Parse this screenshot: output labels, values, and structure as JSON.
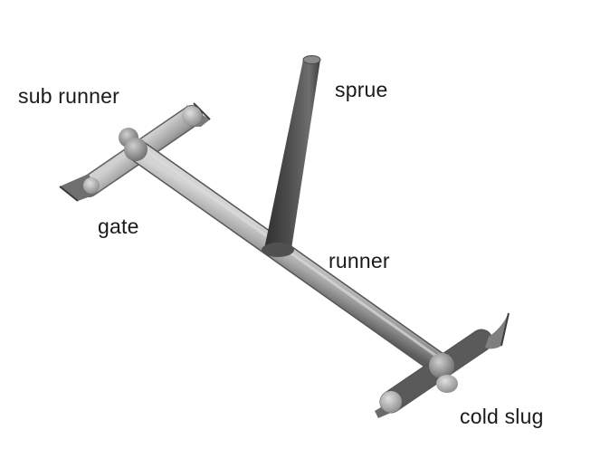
{
  "labels": {
    "sub_runner": "sub runner",
    "sprue": "sprue",
    "gate": "gate",
    "runner": "runner",
    "cold_slug": "cold slug"
  },
  "colors": {
    "part_light": "#bdbdbd",
    "part_mid": "#8e8e8e",
    "part_dark": "#4a4a4a",
    "sprue_dark": "#3f3f3f",
    "text": "#1a1a1a",
    "background": "#ffffff"
  }
}
